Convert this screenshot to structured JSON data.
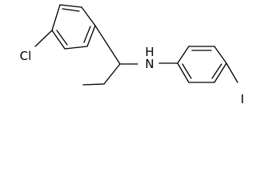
{
  "molecule": {
    "atoms": {
      "chlorine": "Cl",
      "amine": "N",
      "amine_h": "H",
      "iodine": "I"
    }
  }
}
